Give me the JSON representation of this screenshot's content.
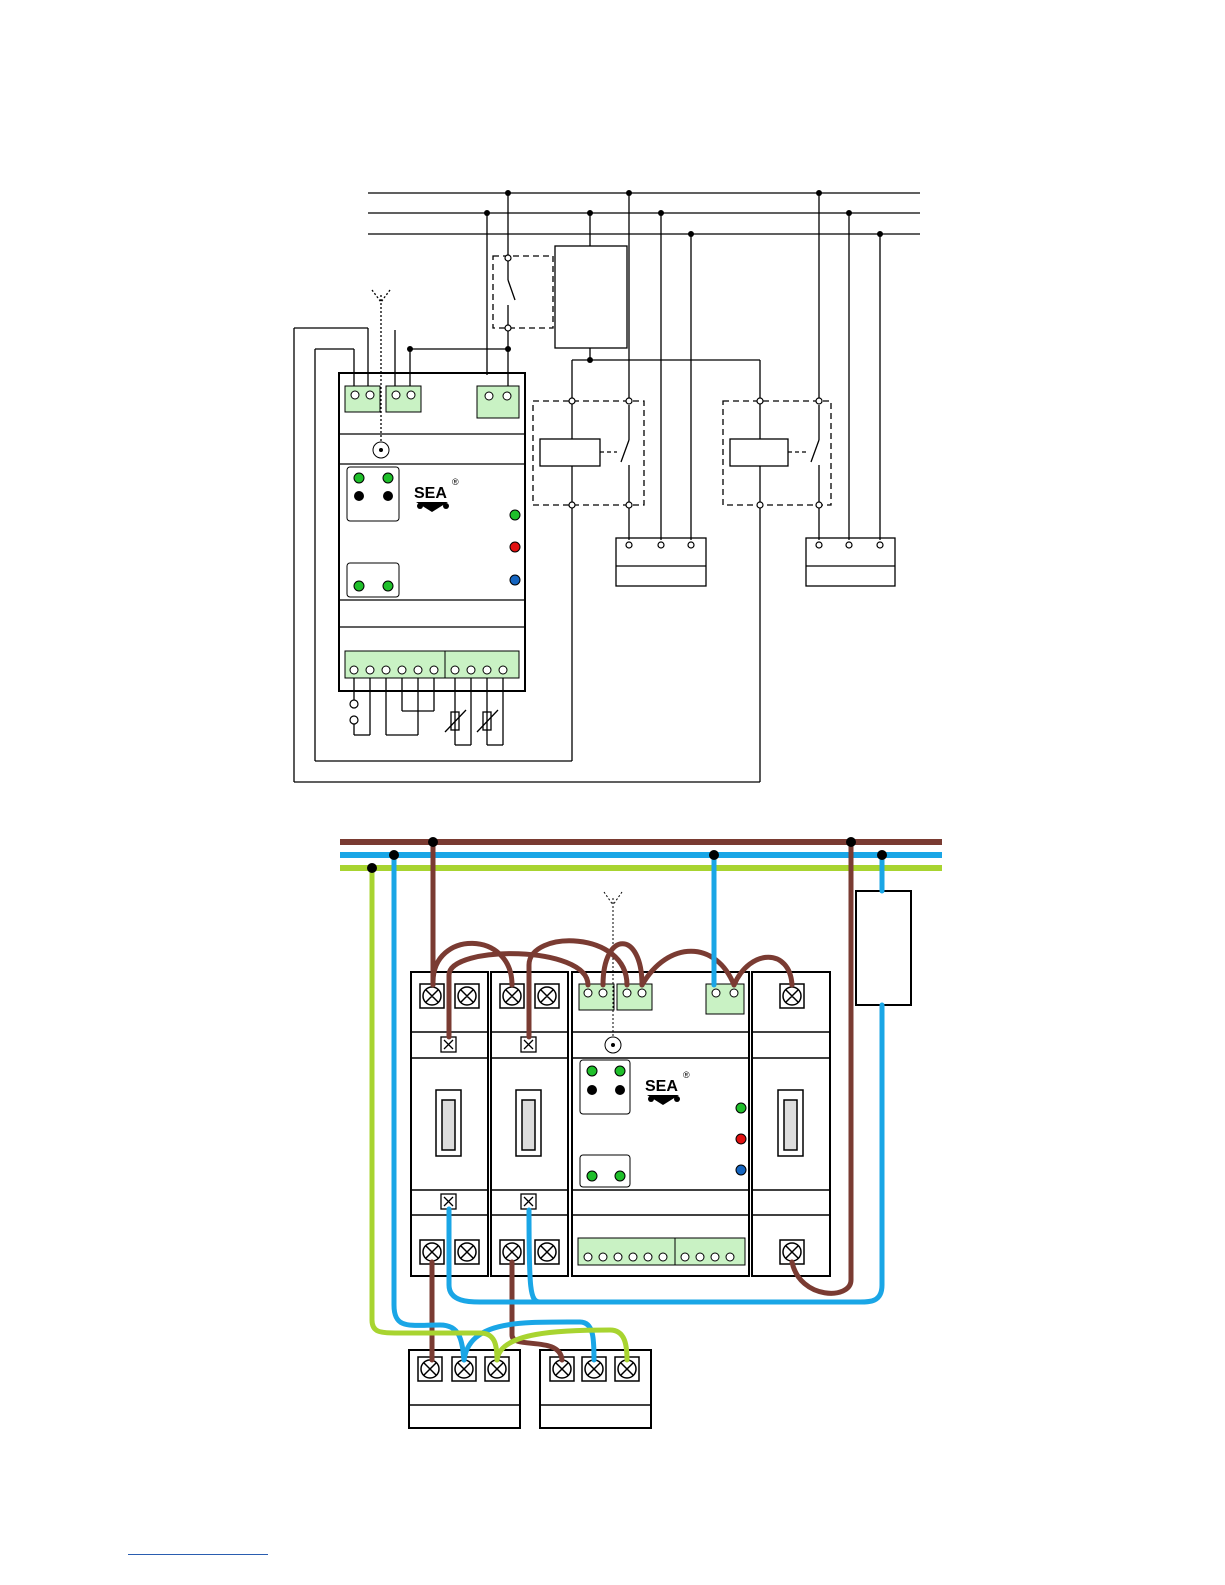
{
  "brand": {
    "logo_text": "SEA",
    "registered_mark": "®"
  },
  "colors": {
    "brown_wire": "#7a3b32",
    "blue_wire": "#1aa6e6",
    "green_wire": "#a8d430",
    "terminal_fill": "#c9f2c4",
    "led_green": "#1fbf2a",
    "led_red": "#e01010",
    "led_blue": "#1565c0",
    "footer_line": "#2a5db0"
  },
  "status_leds": [
    "green",
    "red",
    "blue"
  ],
  "schematic": {
    "top_terminals": 3,
    "bottom_terminal_groups": [
      6,
      4
    ]
  },
  "wiring": {
    "power_lines": [
      "brown",
      "blue",
      "green"
    ],
    "breaker_modules": 2,
    "output_blocks": 2
  }
}
